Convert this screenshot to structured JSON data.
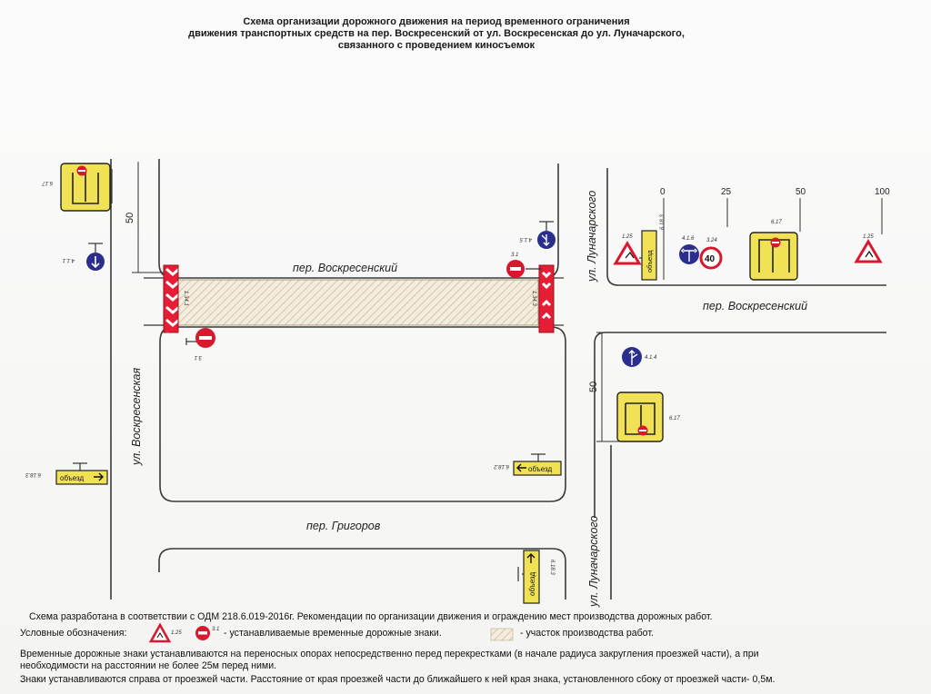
{
  "title": {
    "line1": "Схема организации дорожного движения на период временного ограничения",
    "line2": "движения транспортных средств на пер. Воскресенский от ул. Воскресенская до ул. Луначарского,",
    "line3": "связанного с проведением киносъемок"
  },
  "streets": {
    "voskresensky_left": "пер. Воскресенский",
    "voskresensky_right": "пер. Воскресенский",
    "voskresenskaya": "ул. Воскресенская",
    "lunacharskogo_top": "ул. Луначарского",
    "lunacharskogo_bottom": "ул. Луначарского",
    "grigorov": "пер. Григоров"
  },
  "dimensions": {
    "left_50": "50",
    "right_50": "50",
    "scale": [
      "0",
      "25",
      "50",
      "100"
    ]
  },
  "sign_codes": {
    "s617_tl": "6.17",
    "s411_l": "4.1.1",
    "s6183_l": "6.18.3",
    "s1341": "1.34.1",
    "s31_l": "3.1",
    "s31_r": "3.1",
    "s415": "4.1.5",
    "s1343": "1.34.3",
    "s6182": "6.18.2",
    "s6183_b": "6.18.3",
    "s125_a": "1.25",
    "s6183_t": "6.18.3",
    "s416": "4.1.6",
    "s324": "3.24",
    "s617_t": "6.17",
    "s125_b": "1.25",
    "s414": "4.1.4",
    "s617_r": "6.17"
  },
  "sign_text": {
    "objezd": "объезд",
    "speed": "40"
  },
  "footer": {
    "line1": "Схема разработана в соответствии с ОДМ 218.6.019-2016г. Рекомендации по организации движения и ограждению мест производства дорожных работ.",
    "legend_label": "Условные обозначения:",
    "legend_sign_code": "1.25",
    "legend_sign2_code": "3.1",
    "legend_signs": "- устанавливаемые временные дорожные знаки.",
    "legend_work": "- участок производства работ.",
    "line3": "Временные дорожные знаки устанавливаются на переносных опорах непосредственно перед перекрестками (в начале радиуса закругления проезжей части), а при",
    "line4": "необходимости на расстоянии не более 25м перед ними.",
    "line5": "Знаки устанавливаются справа от проезжей части. Расстояние от края проезжей части до ближайшего к ней края знака, установленного сбоку от проезжей части- 0,5м."
  },
  "colors": {
    "blue_sign": "#2a2e8c",
    "red_sign": "#d8192d",
    "yellow_sign": "#f1e255",
    "road_line": "#333333"
  }
}
